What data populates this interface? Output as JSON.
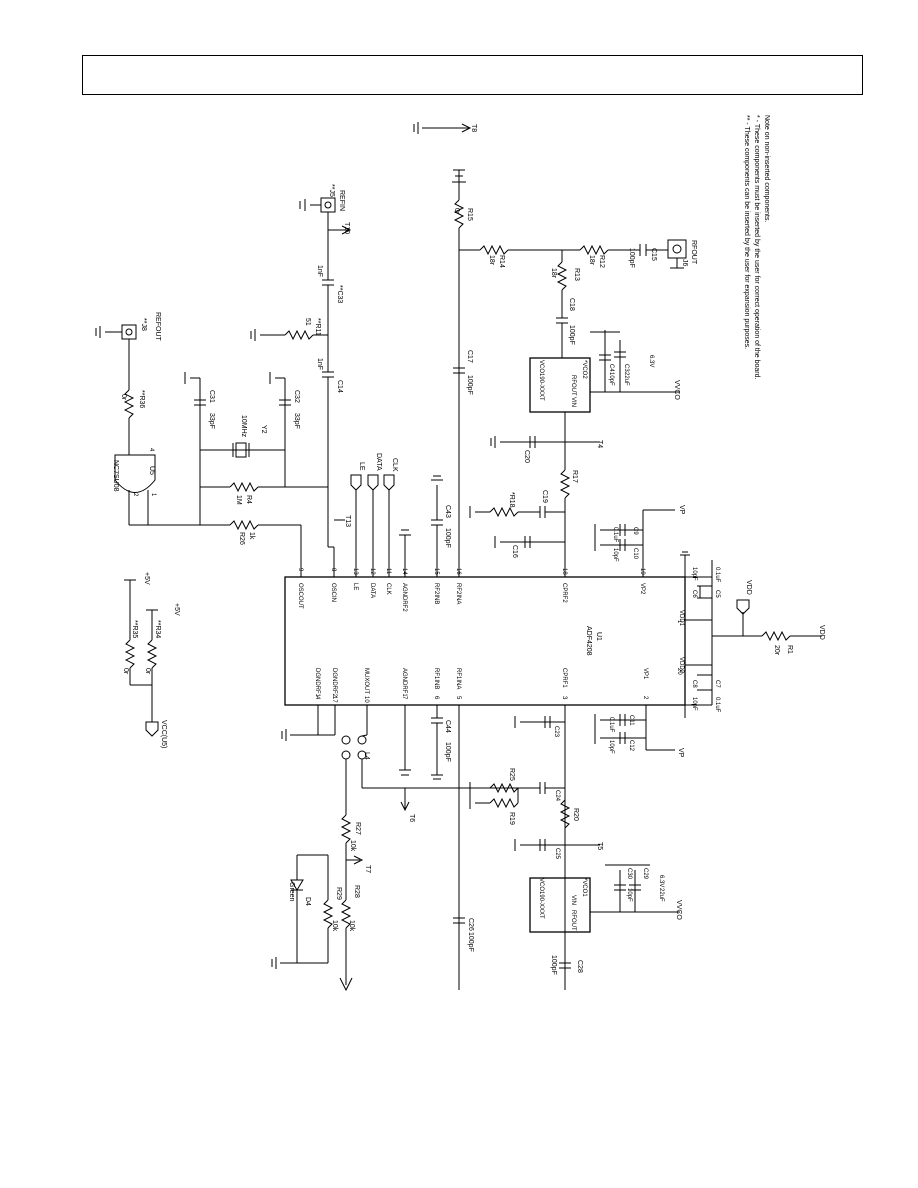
{
  "notes": {
    "title": "Note on non-inserted components.",
    "line1": "* - These components must be inserted by the user for correct operation of the board.",
    "line2": "** - These components can be inserted by the user for expansion purposes."
  },
  "chip": {
    "ref": "U1",
    "part": "ADF4208",
    "left_pins": [
      {
        "num": "9",
        "name": "OSCOUT"
      },
      {
        "num": "8",
        "name": "OSCIN"
      },
      {
        "num": "13",
        "name": "LE"
      },
      {
        "num": "12",
        "name": "DATA"
      },
      {
        "num": "11",
        "name": "CLK"
      },
      {
        "num": "14",
        "name": "AGNDRF2"
      },
      {
        "num": "15",
        "name": "RF2INB"
      },
      {
        "num": "16",
        "name": "RF2INA"
      },
      {
        "num": "18",
        "name": "CPRF2"
      },
      {
        "num": "19",
        "name": "VP2"
      }
    ],
    "right_pins": [
      {
        "num": "4",
        "name": "DGNDRF1"
      },
      {
        "num": "17",
        "name": "DGNDRF2"
      },
      {
        "num": "10",
        "name": "MUXOUT"
      },
      {
        "num": "7",
        "name": "AGNDRF1"
      },
      {
        "num": "6",
        "name": "RF1INB"
      },
      {
        "num": "5",
        "name": "RF1INA"
      },
      {
        "num": "3",
        "name": "CPRF1"
      },
      {
        "num": "2",
        "name": "VP1"
      }
    ],
    "vdd1": {
      "num": "1",
      "name": "VDD1"
    },
    "vdd2": {
      "num": "20",
      "name": "VDD2"
    }
  },
  "labels": {
    "t8": "T8",
    "refin": "REFIN",
    "t10": "T10",
    "j5": "**J5",
    "c33": "**C33",
    "c33v": "1nF",
    "c14": "C14",
    "c14v": "1nF",
    "r11": "**R11",
    "r11v": "51",
    "refout": "REFOUT",
    "j8": "**J8",
    "r36": "**R36",
    "r36v": "0r",
    "u5": "U5",
    "u5part": "NC7SU08",
    "u5p4": "4",
    "u5p1": "1",
    "u5p2": "2",
    "c31": "C31",
    "c31v": "33pF",
    "c32": "C32",
    "c32v": "33pF",
    "y2": "Y2",
    "y2v": "10MHz",
    "r4": "R4",
    "r4v": "1M",
    "r26": "R26",
    "r26v": "1k",
    "t13": "T13",
    "le": "LE",
    "data": "DATA",
    "clk": "CLK",
    "c43": "C43",
    "c43v": "100pF",
    "r15": "R15",
    "r15v": "0r",
    "r14": "R14",
    "r14v": "18r",
    "r12": "R12",
    "r12v": "18r",
    "r13": "R13",
    "r13v": "18r",
    "c15": "C15",
    "c15v": "100pF",
    "j6": "J6",
    "rfout": "RFOUT",
    "c18": "C18",
    "c18v": "100pF",
    "c17": "C17",
    "c17v": "100pF",
    "vco2": "VCO2",
    "vco2part": "VCO190-XXXT",
    "vco2tag": "*VCO2",
    "vco2in": "VIN",
    "vco2out": "RFOUT",
    "c4": "C4",
    "c4v": "10pF",
    "c3": "C3",
    "c3v": "22uF",
    "c3volt": "6.3V",
    "vvco_top": "VVCO",
    "t4": "T4",
    "c20": "C20",
    "r17": "R17",
    "r18": "*R18",
    "c19": "C19",
    "c16": "C16",
    "c9": "C9",
    "c9v": "0.1uF",
    "c10": "C10",
    "c10v": "10pF",
    "vp_top": "VP",
    "c6": "C6",
    "c6v": "10pF",
    "c5": "C5",
    "c5v": "0.1uF",
    "c8": "C8",
    "c8v": "10pF",
    "c7": "C7",
    "c7v": "0.1uF",
    "vdd": "VDD",
    "r1": "R1",
    "r1v": "20r",
    "vdd_right": "VDD",
    "c11": "C11",
    "c11v": "0.1uF",
    "c12": "C12",
    "c12v": "10pF",
    "vp_bot": "VP",
    "c23": "C23",
    "c44": "C44",
    "c44v": "100pF",
    "c24": "C24",
    "r25": "R25",
    "r19": "R19",
    "r20": "R20",
    "c25": "C25",
    "t5": "T5",
    "t6": "T6",
    "r5v": "+5V",
    "v5a": "+5V",
    "r35": "**R35",
    "r35v": "0r",
    "r34": "**R34",
    "r34v": "0r",
    "vcc": "VCC(U5)",
    "l4": "L4",
    "r27": "R27",
    "r27v": "10k",
    "t7": "T7",
    "r28": "R28",
    "r28v": "10k",
    "r29": "R29",
    "r29v": "10k",
    "d4": "D4",
    "d4v": "Green",
    "c26": "C26",
    "c26v": "100pF",
    "vco1": "VCO1",
    "vco1part": "VCO190-XXXT",
    "vco1tag": "*VCO1",
    "c30": "C30",
    "c30v": "10pF",
    "c29": "C29",
    "c29v": "22uF",
    "c29volt": "6.3V",
    "vvco_bot": "VVCO",
    "c28": "C28",
    "c28v": "100pF"
  }
}
